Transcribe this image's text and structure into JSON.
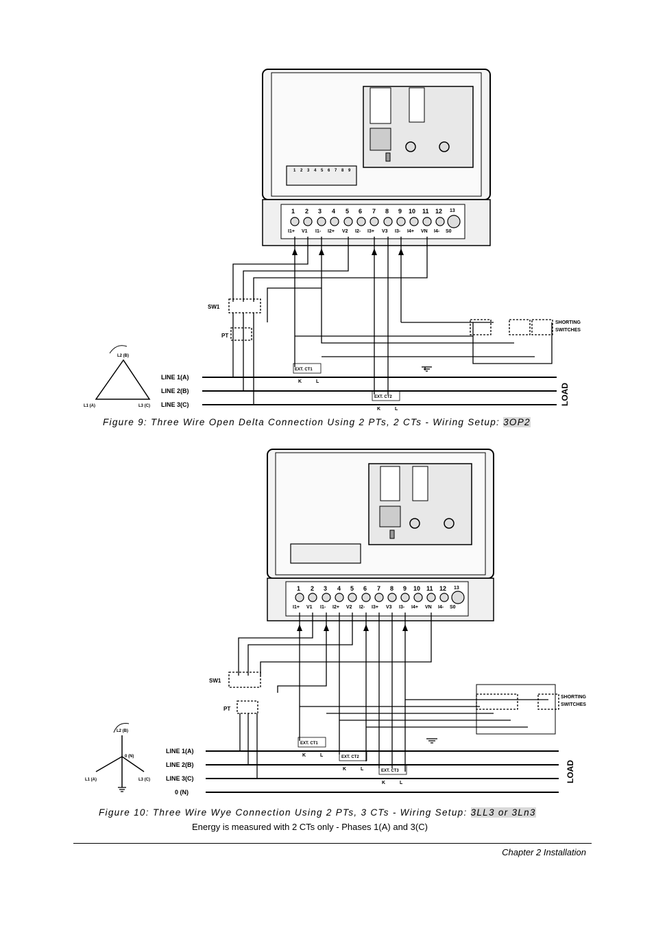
{
  "figure9": {
    "caption_prefix": "Figure 9: Three Wire Open Delta Connection Using 2 PTs, 2 CTs - Wiring Setup: ",
    "setup_code": "3OP2",
    "terminal_numbers": [
      "1",
      "2",
      "3",
      "4",
      "5",
      "6",
      "7",
      "8",
      "9",
      "10",
      "11",
      "12",
      "13"
    ],
    "terminal_labels": [
      "I1+",
      "V1",
      "I1-",
      "I2+",
      "V2",
      "I2-",
      "I3+",
      "V3",
      "I3-",
      "I4+",
      "VN",
      "I4-",
      "S0"
    ],
    "strip_numbers": [
      "1",
      "2",
      "3",
      "4",
      "5",
      "6",
      "7",
      "8",
      "9"
    ],
    "lines": [
      "LINE 1(A)",
      "LINE 2(B)",
      "LINE 3(C)"
    ],
    "sw1": "SW1",
    "pt": "PT",
    "ct1": "EXT. CT1",
    "ct2": "EXT. CT2",
    "k": "K",
    "l": "L",
    "shorting": "SHORTING",
    "switches": "SWITCHES",
    "load": "LOAD",
    "delta_top": "L2 (B)",
    "delta_left": "L1 (A)",
    "delta_right": "L3 (C)"
  },
  "figure10": {
    "caption_prefix": "Figure 10: Three Wire Wye Connection Using 2 PTs, 3 CTs - Wiring Setup: ",
    "setup_code": "3LL3 or 3Ln3",
    "note": "Energy is measured with 2 CTs only - Phases 1(A) and 3(C)",
    "lines": [
      "LINE 1(A)",
      "LINE 2(B)",
      "LINE 3(C)",
      "0 (N)"
    ],
    "sw1": "SW1",
    "pt": "PT",
    "ct1": "EXT. CT1",
    "ct2": "EXT. CT2",
    "ct3": "EXT. CT3",
    "k": "K",
    "l": "L",
    "shorting": "SHORTING",
    "switches": "SWITCHES",
    "load": "LOAD",
    "wye_top": "L2 (B)",
    "wye_left": "L1 (A)",
    "wye_right": "L3 (C)",
    "wye_center": "0 (N)"
  },
  "footer": {
    "chapter": "Chapter 2 Installation"
  }
}
